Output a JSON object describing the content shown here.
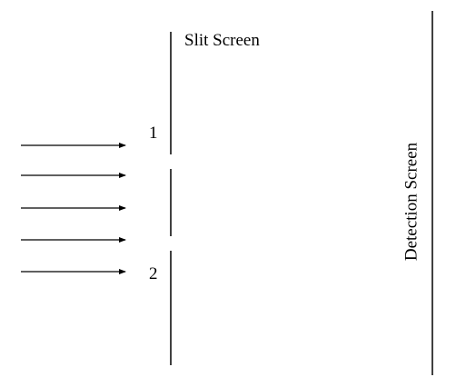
{
  "labels": {
    "slit_screen": "Slit Screen",
    "detection_screen": "Detection Screen",
    "slit_1": "1",
    "slit_2": "2"
  },
  "colors": {
    "stroke": "#000000",
    "background": "#ffffff"
  },
  "incident_arrows": {
    "count": 5
  }
}
